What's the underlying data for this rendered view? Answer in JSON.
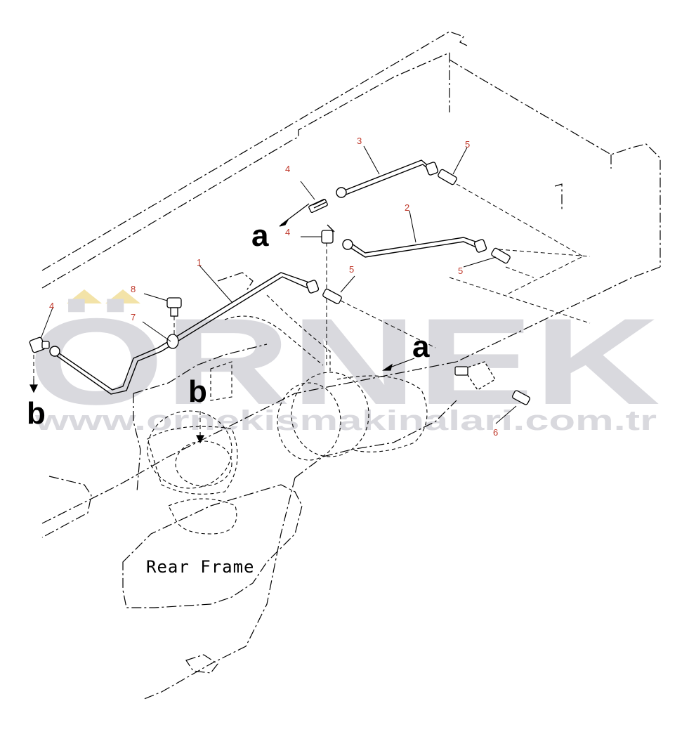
{
  "callouts": {
    "c1": "1",
    "c2": "2",
    "c3": "3",
    "c4a": "4",
    "c4b": "4",
    "c4c": "4",
    "c5a": "5",
    "c5b": "5",
    "c5c": "5",
    "c6": "6",
    "c7": "7",
    "c8": "8"
  },
  "refs": {
    "a1": "a",
    "a2": "a",
    "b1": "b",
    "b2": "b"
  },
  "frame_label": "Rear Frame",
  "watermark": {
    "brand": "ÖRNEK",
    "url": "www.ornekismakinalari.com.tr"
  },
  "colors": {
    "callout": "#c0392b",
    "watermark": "#d9d9de",
    "watermark_accent": "#f3e3a8"
  }
}
